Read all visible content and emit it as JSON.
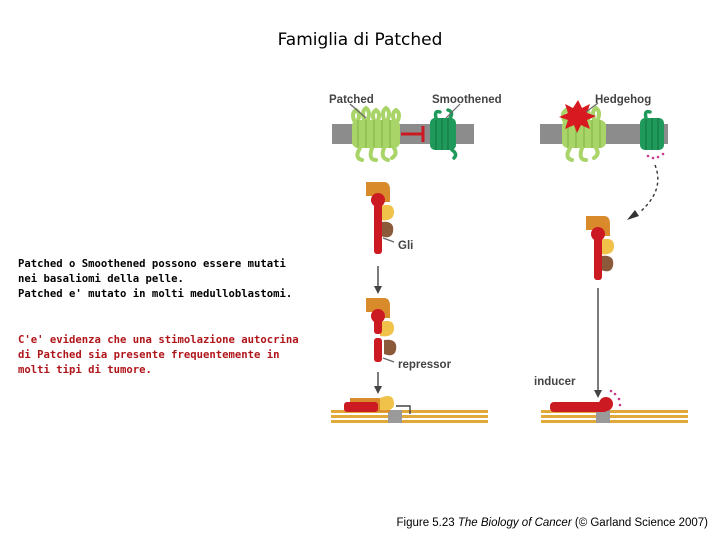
{
  "title": "Famiglia di Patched",
  "notes": {
    "note1": "Patched o Smoothened possono essere mutati\nnei basaliomi della pelle.\nPatched e' mutato in molti medulloblastomi.",
    "note2": "C'e' evidenza che una stimolazione autocrina\ndi Patched sia presente frequentemente in\nmolti tipi di tumore."
  },
  "figure_labels": {
    "patched": "Patched",
    "smoothened": "Smoothened",
    "hedgehog": "Hedgehog",
    "gli": "Gli",
    "repressor": "repressor",
    "inducer": "inducer"
  },
  "caption": {
    "prefix": "Figure 5.23  ",
    "book": "The Biology of Cancer",
    "suffix": " (© Garland Science 2007)"
  },
  "colors": {
    "patched": "#a8d468",
    "smoothened": "#1f9a5a",
    "hedgehog": "#d8191f",
    "gli": "#cc1a22",
    "orange_domain": "#d98a2b",
    "yellow_domain": "#f0c24a",
    "brown_domain": "#8a5a3a",
    "membrane": "#8c8c8c",
    "dna": "#e0a93a",
    "note2_text": "#b0151a"
  }
}
